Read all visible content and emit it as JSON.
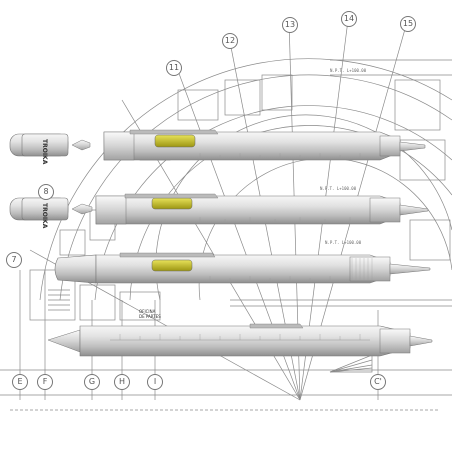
{
  "image": {
    "description_visible_text_only": true,
    "grid_labels_top": [
      "11",
      "12",
      "13",
      "14",
      "15"
    ],
    "grid_labels_left": [
      "8",
      "7"
    ],
    "grid_labels_bottom": [
      "E",
      "F",
      "G",
      "H",
      "I",
      "C'"
    ],
    "cap_brand": "TROIKA",
    "room_label": [
      "OFICINA",
      "DE PARTES"
    ],
    "dim_labels": [
      "N.P.T. L+100.00",
      "N.P.T. L+100.00",
      "N.P.T. L+100.00"
    ],
    "colors": {
      "background": "#ffffff",
      "line": "#8a8a8a",
      "pen_body": "#d9d9d9",
      "pen_highlight": "#f4f4f4",
      "pen_shadow": "#9a9a9a",
      "level_vial": "#c9c21a"
    }
  }
}
